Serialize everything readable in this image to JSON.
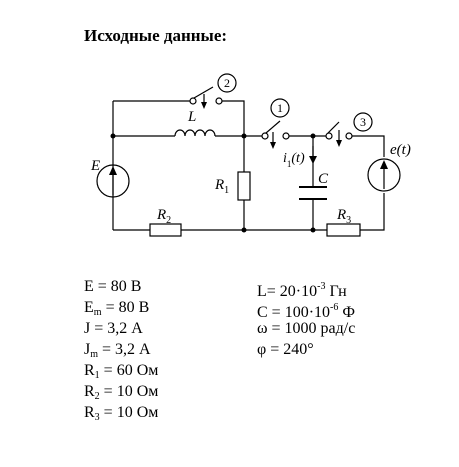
{
  "heading": "Исходные данные:",
  "circuit_labels": {
    "L": "L",
    "E": "E",
    "R1": {
      "main": "R",
      "sub": "1"
    },
    "R2": {
      "main": "R",
      "sub": "2"
    },
    "R3": {
      "main": "R",
      "sub": "3"
    },
    "C": "C",
    "e_t": "e(t)",
    "i1_t": {
      "main": "i",
      "sub": "1",
      "tail": "(t)"
    },
    "switch1": "1",
    "switch2": "2",
    "switch3": "3"
  },
  "params_left": {
    "E": {
      "sym": "E",
      "rest": " = 80 В"
    },
    "Em": {
      "sym": "E",
      "sub": "m",
      "rest": " = 80 В"
    },
    "J": {
      "sym": "J",
      "rest": " = 3,2 А"
    },
    "Jm": {
      "sym": "J",
      "sub": "m",
      "rest": " = 3,2 А"
    },
    "R1": {
      "sym": "R",
      "sub": "1",
      "rest": " = 60 Ом"
    },
    "R2": {
      "sym": "R",
      "sub": "2",
      "rest": " = 10 Ом"
    },
    "R3": {
      "sym": "R",
      "sub": "3",
      "rest": " = 10 Ом"
    }
  },
  "params_right": {
    "L": {
      "pre": "L= 20·10",
      "sup": "-3",
      "rest": " Гн"
    },
    "C": {
      "pre": "C = 100·10",
      "sup": "-6",
      "rest": " Ф"
    },
    "omega": {
      "text": "ω = 1000 рад/с"
    },
    "phi": {
      "text": "φ = 240°"
    }
  }
}
